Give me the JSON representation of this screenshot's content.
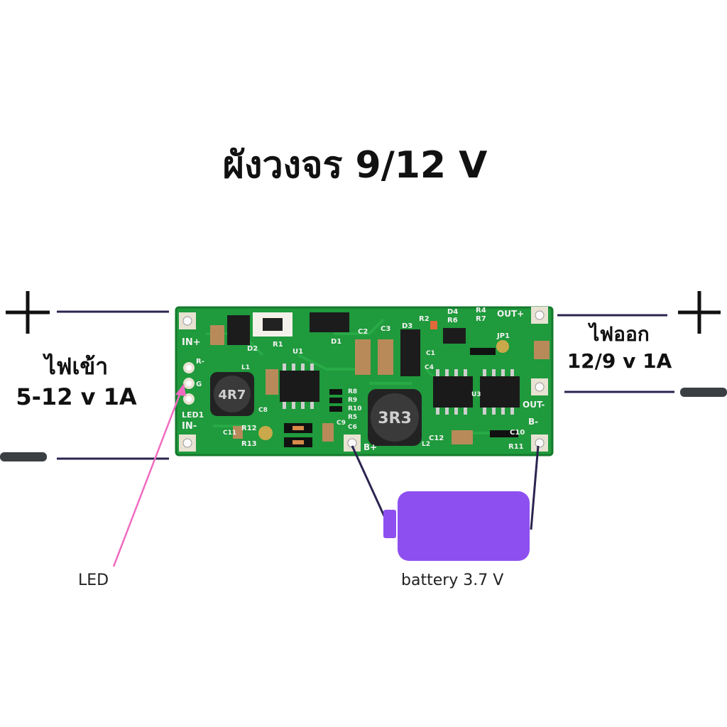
{
  "title": "ผังวงจร 9/12 V",
  "input": {
    "line1": "ไฟเข้า",
    "line2": "5-12 v 1A"
  },
  "output": {
    "line1": "ไฟออก",
    "line2": "12/9 v 1A"
  },
  "labels": {
    "led": "LED",
    "battery": "battery 3.7 V"
  },
  "board": {
    "silk": [
      "IN+",
      "IN-",
      "LED1",
      "R-",
      "G",
      "OUT+",
      "OUT-",
      "B+",
      "B-",
      "D1",
      "D2",
      "D3",
      "D4",
      "R1",
      "R2",
      "R4",
      "R6",
      "R7",
      "R8",
      "R9",
      "R10",
      "R5",
      "R11",
      "R12",
      "R13",
      "C1",
      "C2",
      "C3",
      "C4",
      "C6",
      "C8",
      "C9",
      "C10",
      "C11",
      "C12",
      "U1",
      "U3",
      "JP1",
      "L1",
      "L2"
    ],
    "inductors": [
      "4R7",
      "3R3"
    ]
  },
  "colors": {
    "pcb": "#1f9a3c",
    "pcb_dark": "#147a2c",
    "wire": "#2a2450",
    "led_pointer": "#f06bc0",
    "battery": "#8e4ff0",
    "terminal_symbol": "#111111",
    "minus_bar": "#3a3f44"
  }
}
